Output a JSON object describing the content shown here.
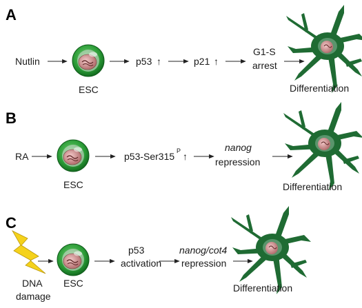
{
  "colors": {
    "cell_outer": "#1e8a2a",
    "cell_inner": "#3cb043",
    "nucleus": "#c98888",
    "neuron": "#1f6b33",
    "neuron_nucleus": "#d9a0a0",
    "lightning": "#f5d21b",
    "text": "#1a1a1a"
  },
  "icons": {
    "esc": "stem-cell-icon",
    "neuron": "differentiated-neuron-icon",
    "damage": "lightning-bolt-icon"
  },
  "panels": {
    "a": {
      "letter": "A",
      "stimulus": "Nutlin",
      "cell_label": "ESC",
      "step1": "p53",
      "step1_mark": "↑",
      "step2": "p21",
      "step2_mark": "↑",
      "step3_line1": "G1-S",
      "step3_line2": "arrest",
      "outcome": "Differentiation"
    },
    "b": {
      "letter": "B",
      "stimulus": "RA",
      "cell_label": "ESC",
      "step1": "p53-Ser315",
      "step1_sup": "P",
      "step1_mark": "↑",
      "step2_line1": "nanog",
      "step2_line2": "repression",
      "outcome": "Differentiation"
    },
    "c": {
      "letter": "C",
      "stimulus_line1": "DNA",
      "stimulus_line2": "damage",
      "cell_label": "ESC",
      "step1_line1": "p53",
      "step1_line2": "activation",
      "step2_line1": "nanog/cot4",
      "step2_line2": "repression",
      "outcome": "Differentiation"
    }
  }
}
